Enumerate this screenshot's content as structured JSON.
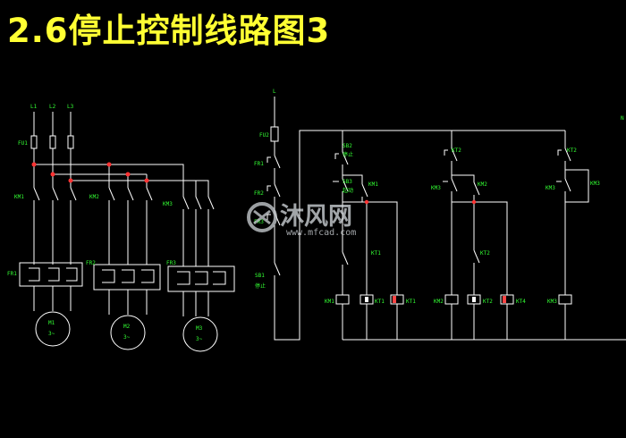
{
  "title": "2.6停止控制线路图3",
  "colors": {
    "title": "#ffff33",
    "wire": "#ffffff",
    "label": "#33ff33",
    "junction": "#ff3333",
    "coil_red": "#ff4444"
  },
  "watermark": {
    "text": "沐风网",
    "url": "www.mfcad.com",
    "logo": "mfcad-logo-icon"
  },
  "labels": {
    "l1": "L1",
    "l2": "L2",
    "l3": "L3",
    "fu1": "FU1",
    "km1": "KM1",
    "km2": "KM2",
    "km3": "KM3",
    "fr1": "FR1",
    "fr2": "FR2",
    "fr3": "FR3",
    "m1": "M1",
    "m2": "M2",
    "m3": "M3",
    "motor_sym": "3~",
    "l_ctrl": "L",
    "fu2": "FU2",
    "fr1c": "FR1",
    "fr2c": "FR2",
    "fr3c": "FR3",
    "sb1": "SB1",
    "stop": "停止",
    "sb2": "SB2",
    "stop2": "停止",
    "sb3": "SB3",
    "start": "起动",
    "km1c": "KM1",
    "kt1": "KT1",
    "kt2": "KT2",
    "km3r": "KM3",
    "km2c": "KM2",
    "kt2b": "KT2",
    "cm1": "KM1",
    "ct1": "KT1",
    "ct1r": "KT1",
    "cm2": "KM2",
    "ct2": "KT2",
    "ct2r": "KT4",
    "cm3": "KM3",
    "n": "N"
  }
}
